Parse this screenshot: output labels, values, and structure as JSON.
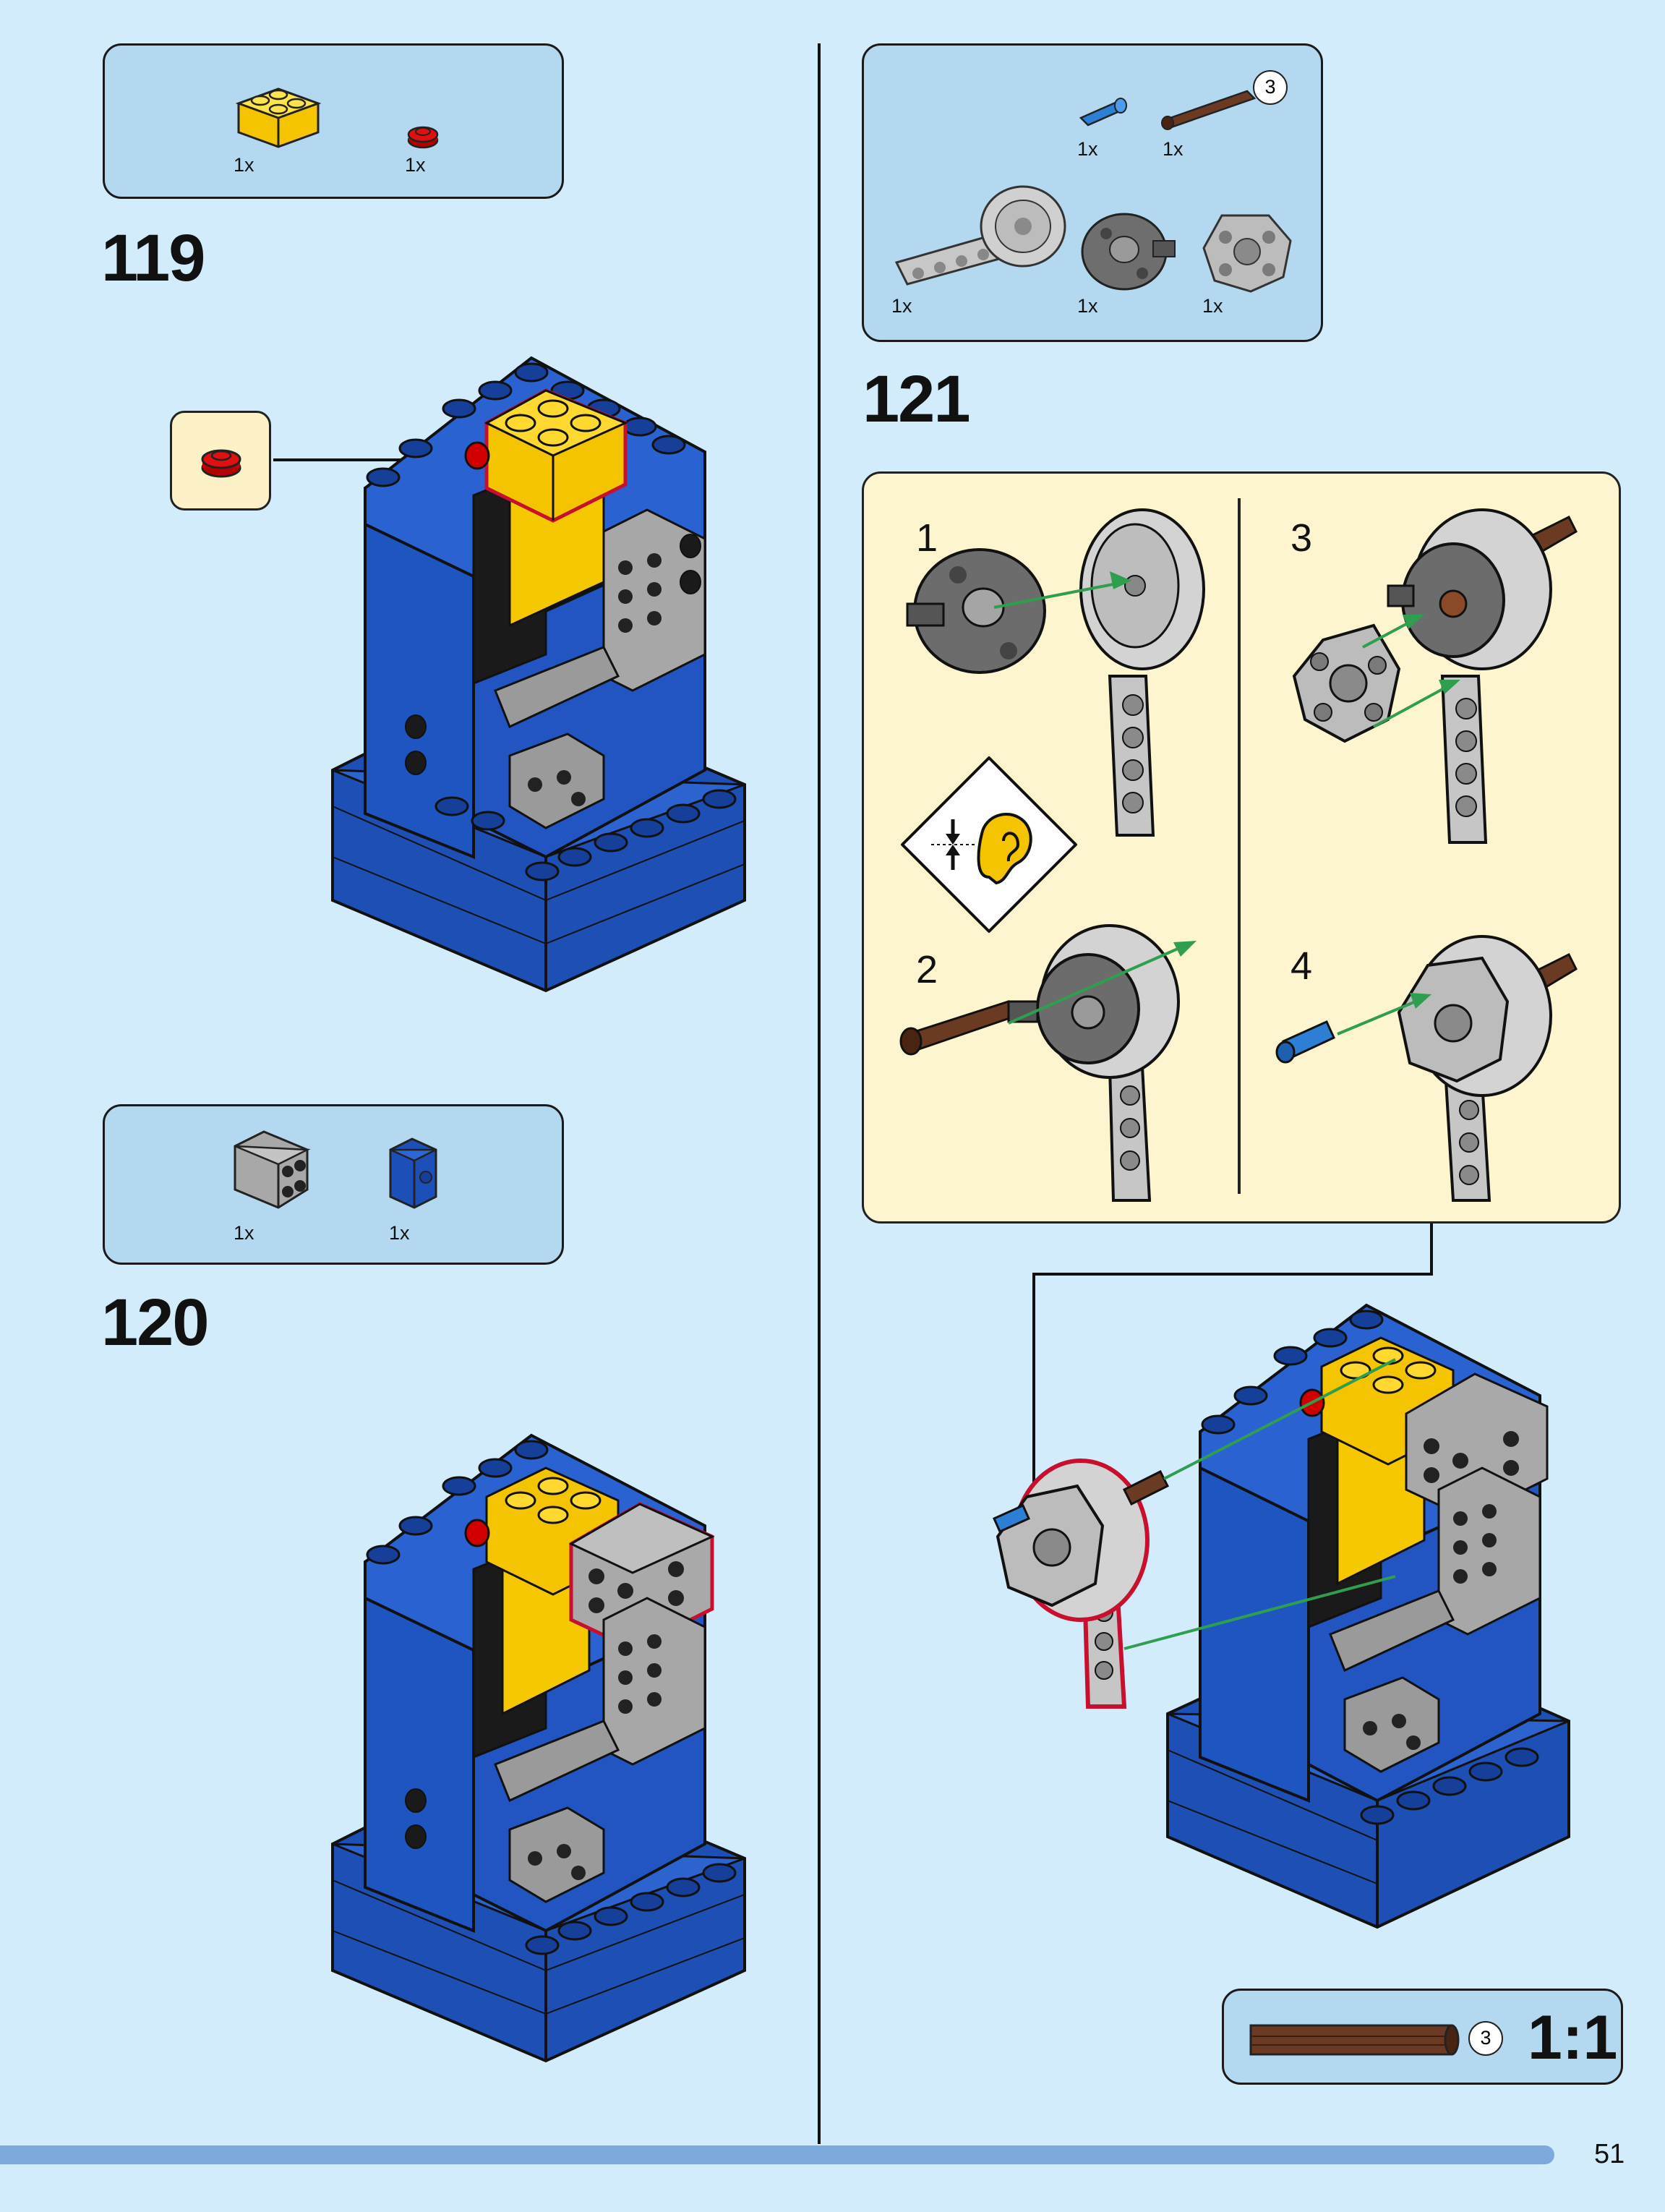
{
  "step119": {
    "number": "119",
    "parts": [
      {
        "qty": "1x",
        "name": "yellow-brick-2x2-icon"
      },
      {
        "qty": "1x",
        "name": "red-round-plate-icon"
      }
    ]
  },
  "step120": {
    "number": "120",
    "parts": [
      {
        "qty": "1x",
        "name": "gray-brick-with-studs-on-side-icon"
      },
      {
        "qty": "1x",
        "name": "blue-brick-1x1-icon"
      }
    ]
  },
  "step121": {
    "number": "121",
    "parts_top": [
      {
        "qty": "1x",
        "name": "blue-pin-icon"
      },
      {
        "qty": "1x",
        "name": "brown-axle-icon",
        "length": "3"
      }
    ],
    "parts_bottom": [
      {
        "qty": "1x",
        "name": "gray-liftarm-wheel-icon"
      },
      {
        "qty": "1x",
        "name": "dark-gray-wheel-hub-icon"
      },
      {
        "qty": "1x",
        "name": "gray-gear-hub-icon"
      }
    ],
    "substeps": [
      "1",
      "2",
      "3",
      "4"
    ],
    "scale": {
      "axle_length": "3",
      "label": "1:1"
    }
  },
  "page": {
    "number": "51"
  },
  "colors": {
    "background": "#d3ecfb",
    "parts_box": "#b3d8f0",
    "substep_box": "#fdf4d0",
    "footer_bar": "#7ea9dc"
  }
}
